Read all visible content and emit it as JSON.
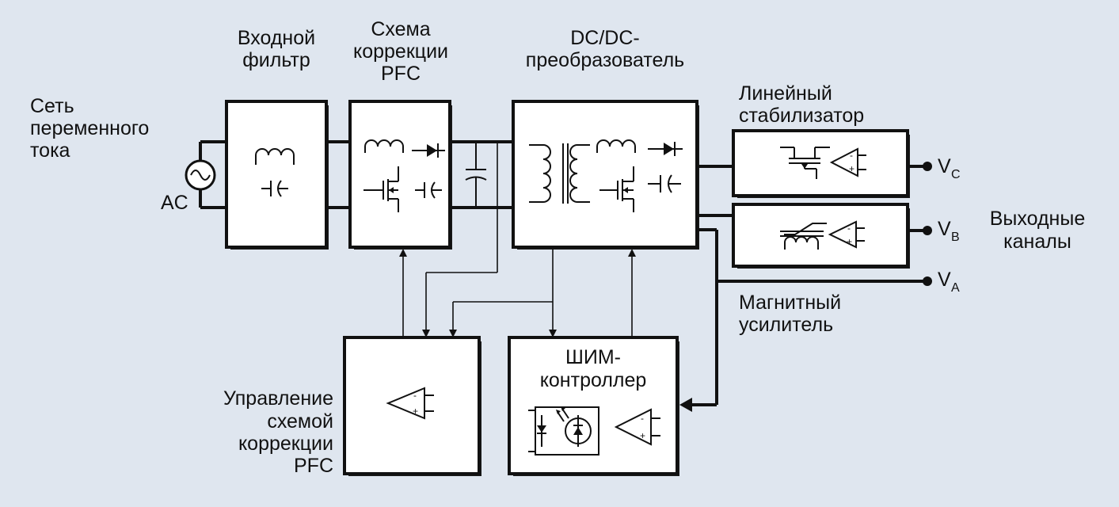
{
  "colors": {
    "background": "#dfe6ef",
    "box": "#ffffff",
    "line": "#111111"
  },
  "labels": {
    "mains": [
      "Сеть",
      "переменного",
      "тока"
    ],
    "ac": "AC",
    "input_filter": [
      "Входной",
      "фильтр"
    ],
    "pfc": [
      "Схема",
      "коррекции",
      "PFC"
    ],
    "dcdc": [
      "DC/DC-",
      "преобразователь"
    ],
    "linear_stab": [
      "Линейный",
      "стабилизатор"
    ],
    "outputs": [
      "Выходные",
      "каналы"
    ],
    "mag_amp": [
      "Магнитный",
      "усилитель"
    ],
    "pfc_control": [
      "Управление",
      "схемой",
      "коррекции",
      "PFC"
    ],
    "pwm": [
      "ШИМ-",
      "контроллер"
    ],
    "vc": {
      "base": "V",
      "sub": "C"
    },
    "vb": {
      "base": "V",
      "sub": "B"
    },
    "va": {
      "base": "V",
      "sub": "A"
    },
    "opamp_minus": "-",
    "opamp_plus": "+"
  },
  "icons": [
    "ac-source-icon",
    "inductor-icon",
    "capacitor-icon",
    "diode-icon",
    "mosfet-icon",
    "transformer-icon",
    "op-amp-icon",
    "optocoupler-icon"
  ]
}
